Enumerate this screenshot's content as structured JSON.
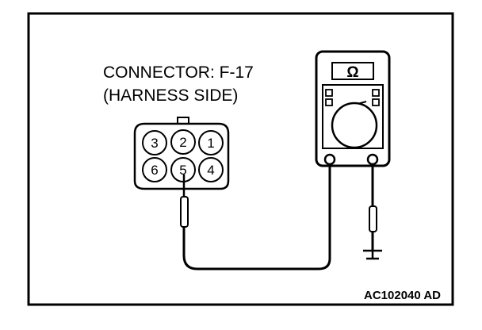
{
  "connector": {
    "title": "CONNECTOR: F-17",
    "subtitle": "(HARNESS SIDE)",
    "pins_top": [
      "3",
      "2",
      "1"
    ],
    "pins_bottom": [
      "6",
      "5",
      "4"
    ]
  },
  "meter": {
    "unit_symbol": "Ω"
  },
  "figure_code": "AC102040 AD"
}
